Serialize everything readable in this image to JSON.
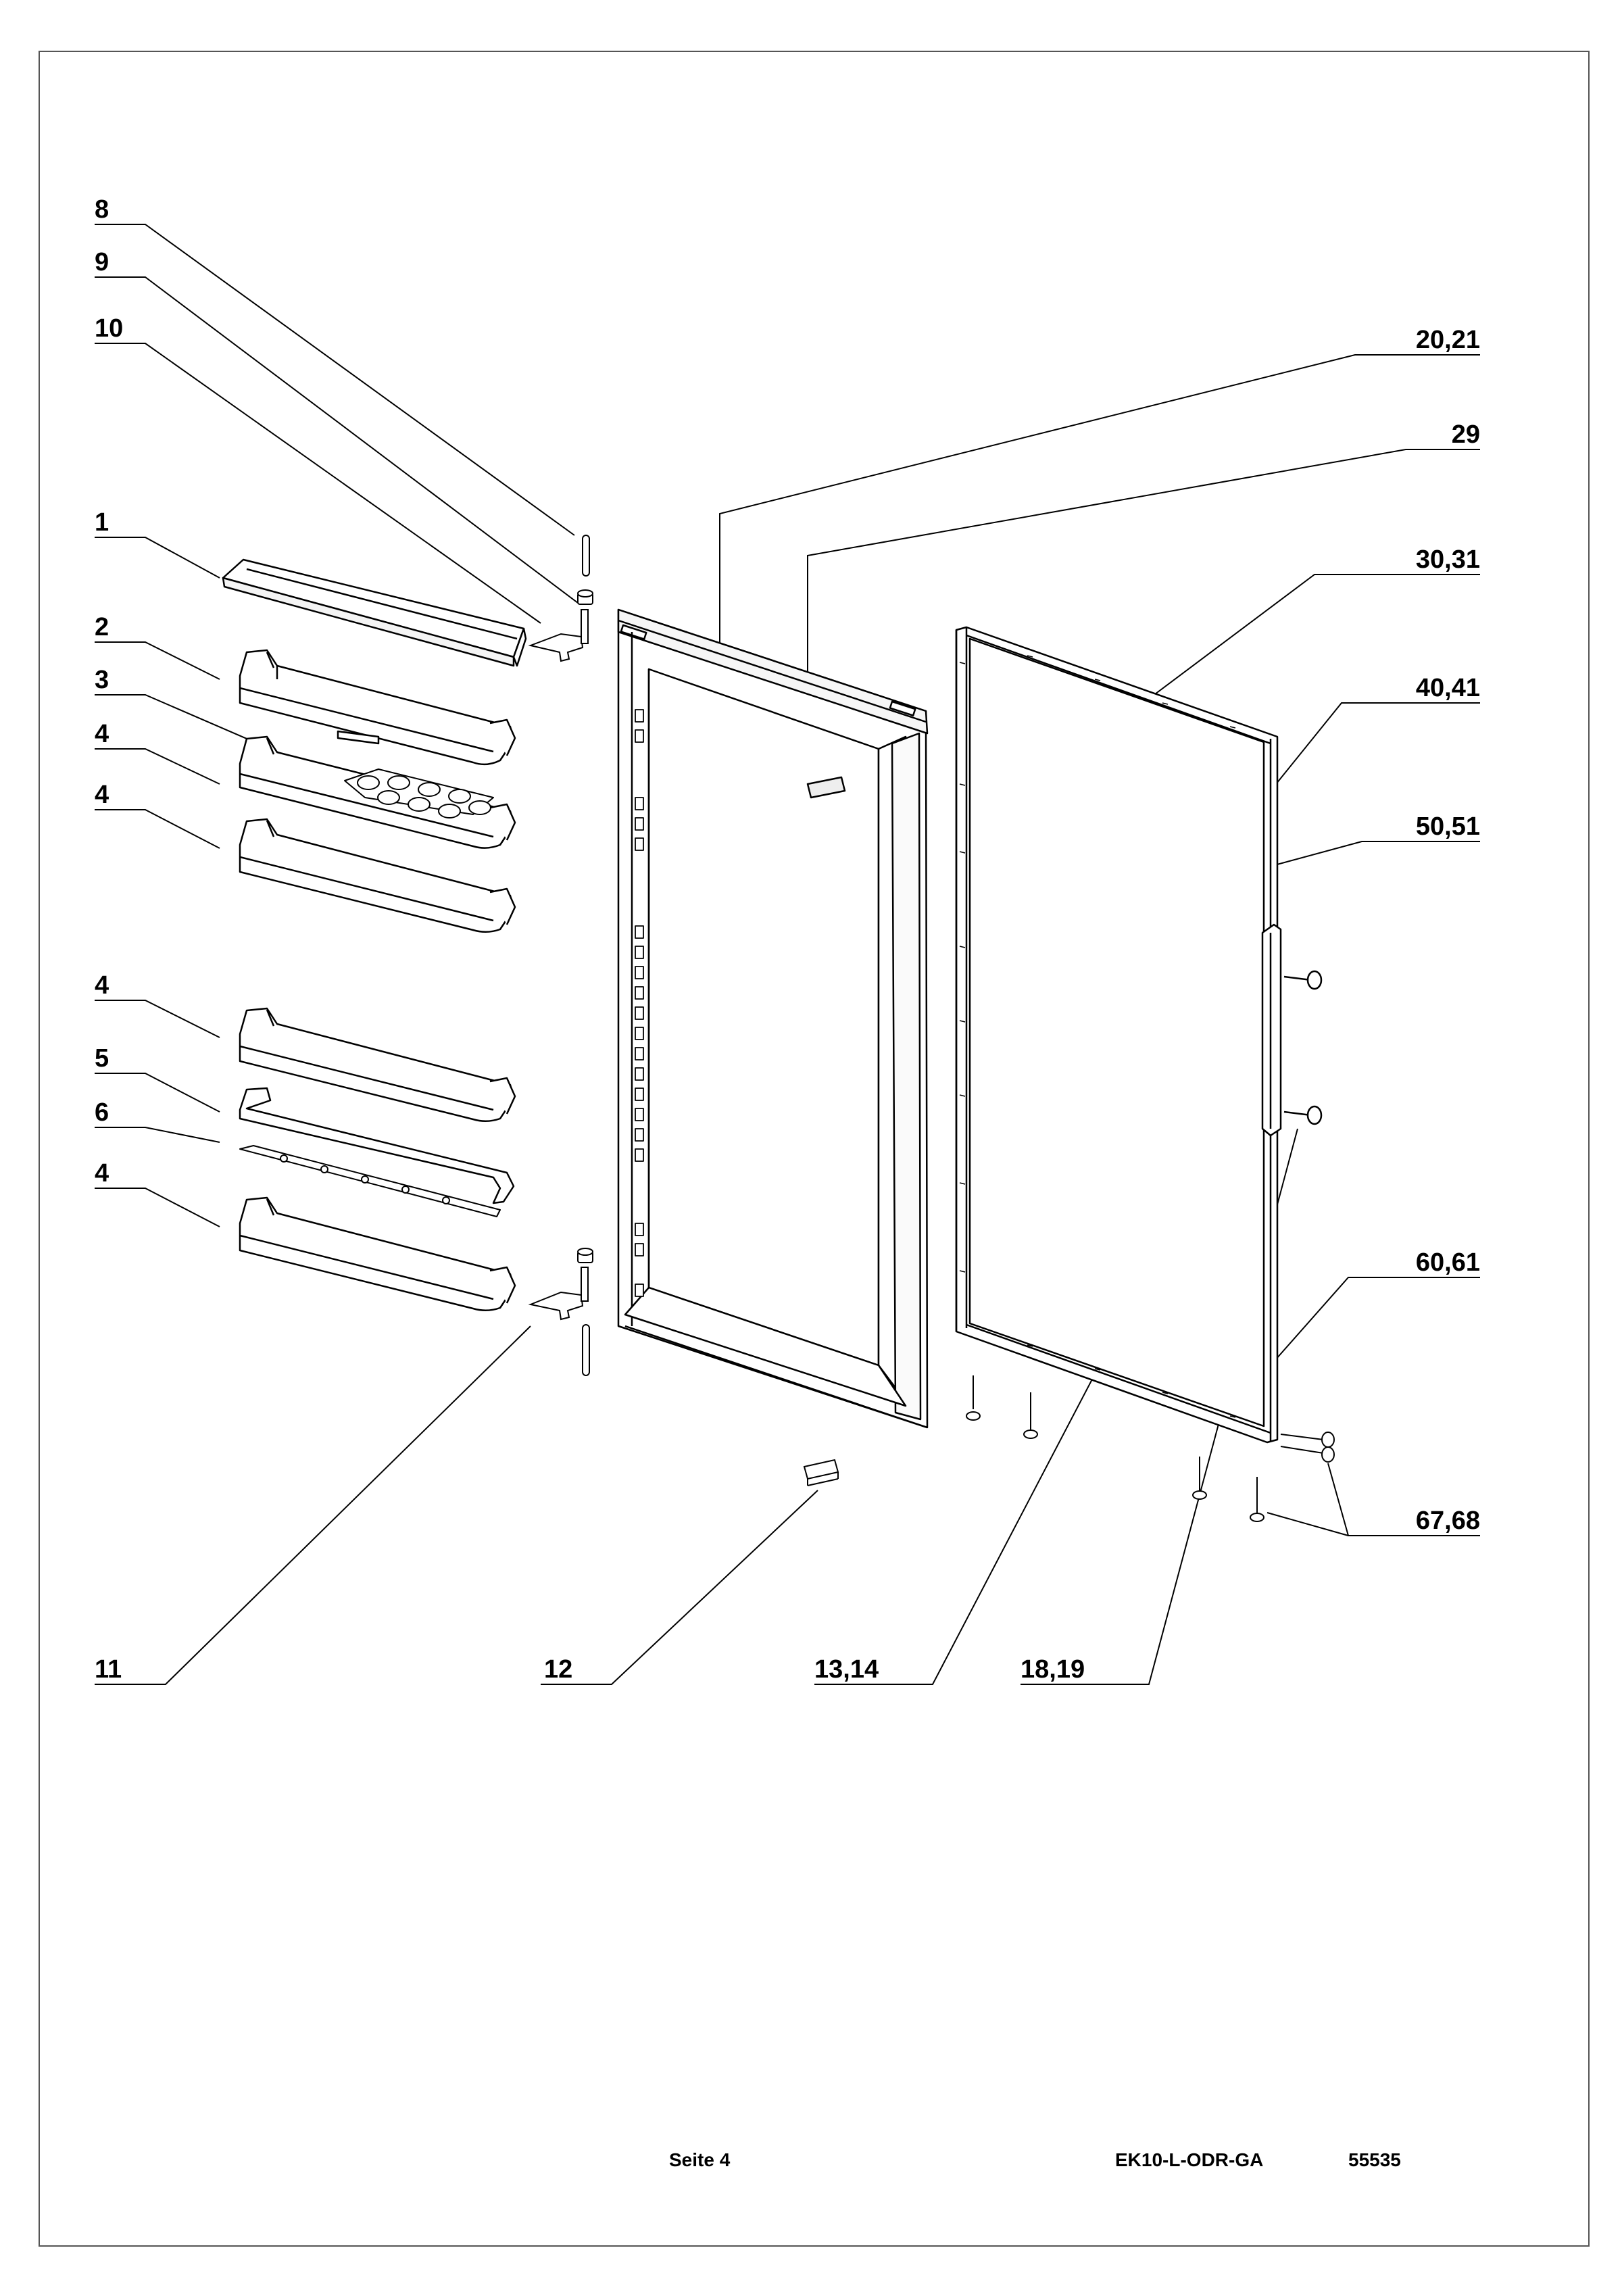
{
  "callouts": [
    {
      "id": "8",
      "label": "8"
    },
    {
      "id": "9",
      "label": "9"
    },
    {
      "id": "10",
      "label": "10"
    },
    {
      "id": "1",
      "label": "1"
    },
    {
      "id": "2",
      "label": "2"
    },
    {
      "id": "3",
      "label": "3"
    },
    {
      "id": "4a",
      "label": "4"
    },
    {
      "id": "4b",
      "label": "4"
    },
    {
      "id": "4c",
      "label": "4"
    },
    {
      "id": "5",
      "label": "5"
    },
    {
      "id": "6",
      "label": "6"
    },
    {
      "id": "4d",
      "label": "4"
    },
    {
      "id": "11",
      "label": "11"
    },
    {
      "id": "12",
      "label": "12"
    },
    {
      "id": "13-14",
      "label": "13,14"
    },
    {
      "id": "18-19",
      "label": "18,19"
    },
    {
      "id": "20-21",
      "label": "20,21"
    },
    {
      "id": "29",
      "label": "29"
    },
    {
      "id": "30-31",
      "label": "30,31"
    },
    {
      "id": "40-41",
      "label": "40,41"
    },
    {
      "id": "50-51",
      "label": "50,51"
    },
    {
      "id": "60-61",
      "label": "60,61"
    },
    {
      "id": "67-68",
      "label": "67,68"
    }
  ],
  "footer": {
    "page": "Seite 4",
    "model": "EK10-L-ODR-GA",
    "number": "55535"
  },
  "colors": {
    "line": "#000000",
    "background": "#ffffff",
    "border": "#555555"
  }
}
